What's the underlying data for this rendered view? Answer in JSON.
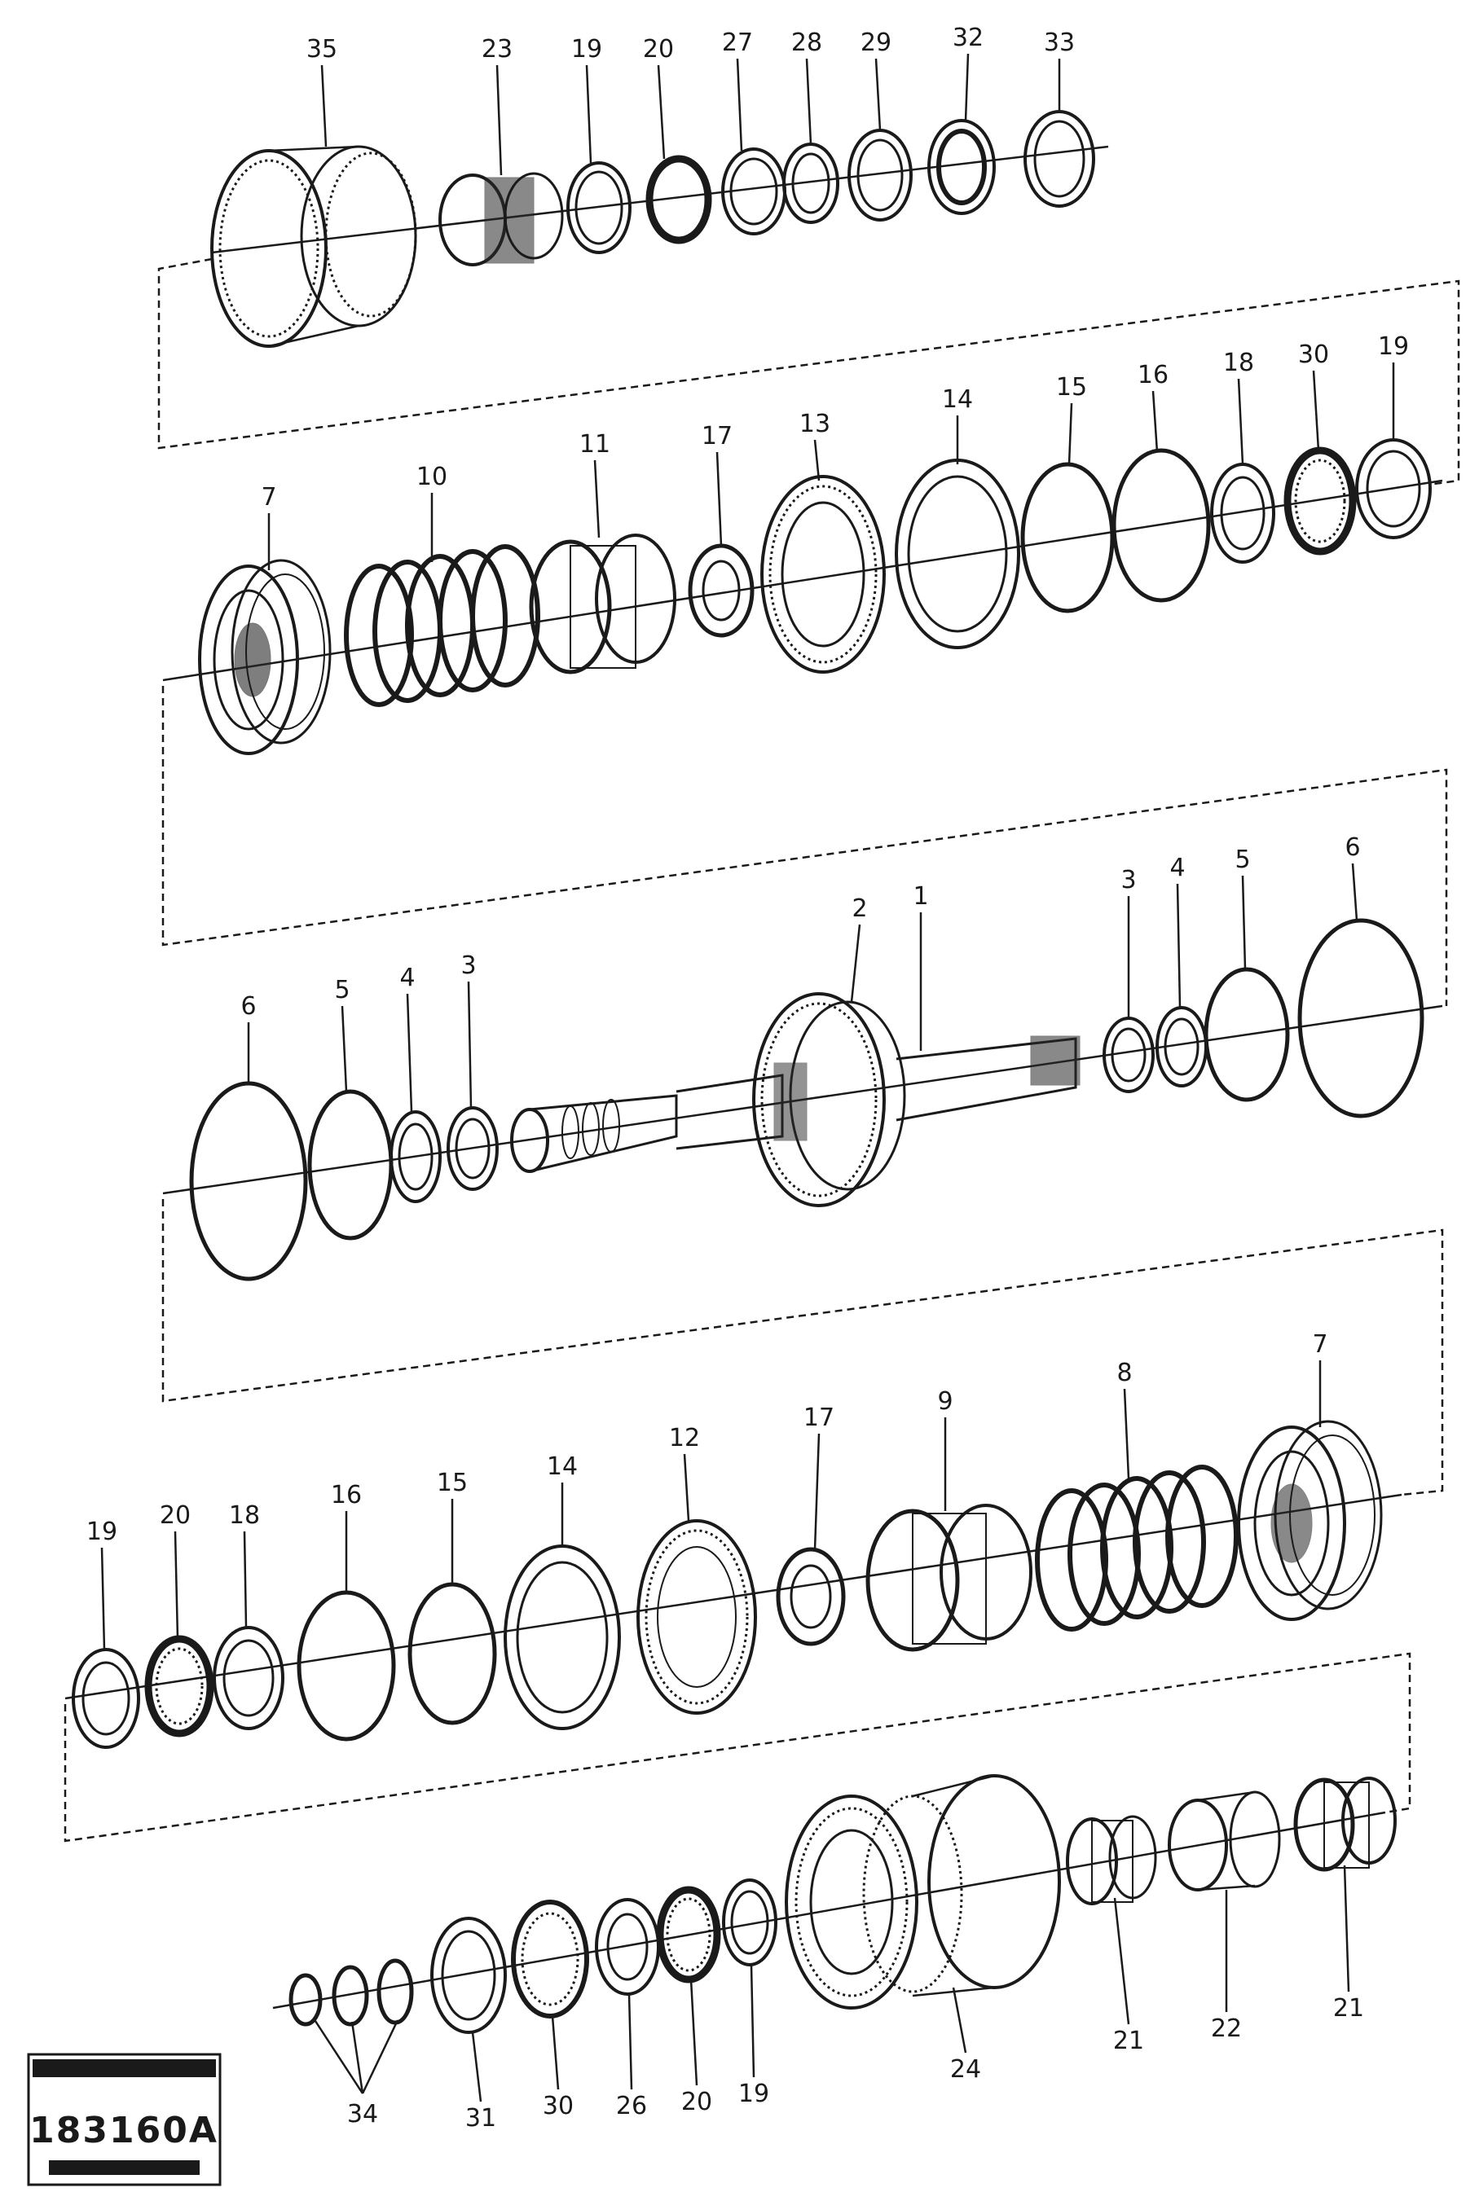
{
  "legend": {
    "header": "",
    "code": "183160A",
    "footer": ""
  },
  "part_labels": [
    "35",
    "23",
    "19",
    "20",
    "27",
    "28",
    "29",
    "32",
    "33",
    "7",
    "10",
    "11",
    "17",
    "13",
    "14",
    "15",
    "16",
    "18",
    "30",
    "19",
    "6",
    "5",
    "4",
    "3",
    "2",
    "1",
    "3",
    "4",
    "5",
    "6",
    "19",
    "20",
    "18",
    "16",
    "15",
    "14",
    "12",
    "17",
    "9",
    "8",
    "7",
    "34",
    "31",
    "30",
    "26",
    "20",
    "19",
    "24",
    "21",
    "22",
    "21"
  ]
}
